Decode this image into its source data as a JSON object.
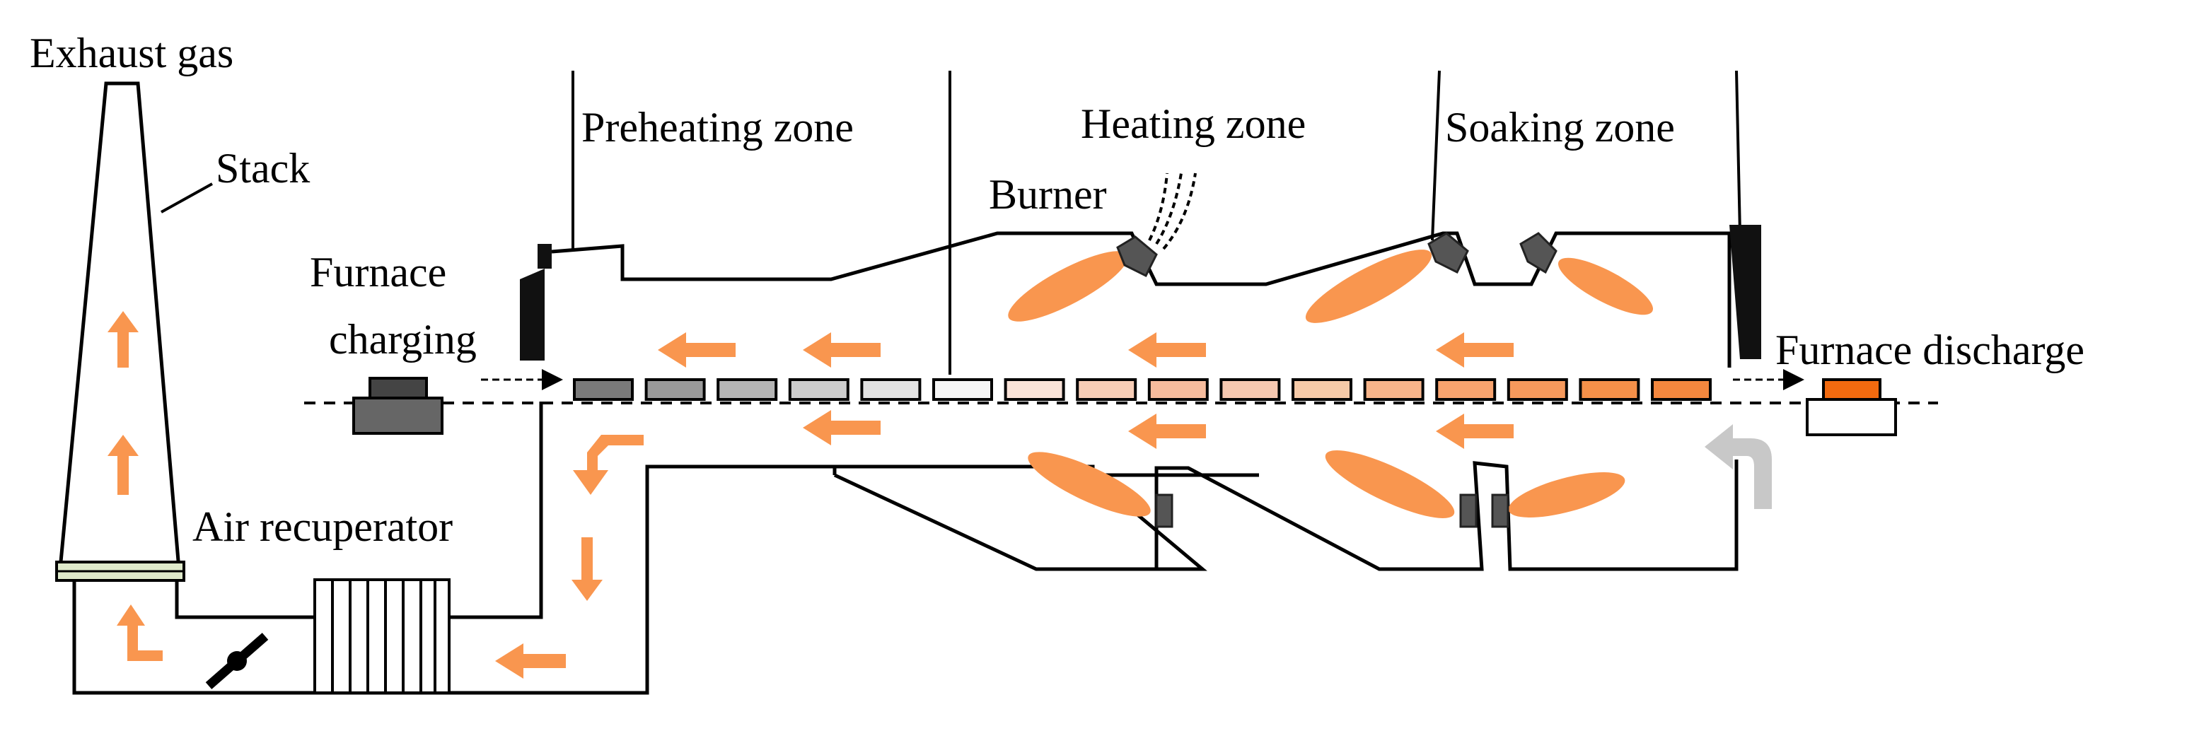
{
  "labels": {
    "exhaust_gas": "Exhaust gas",
    "stack": "Stack",
    "furnace_charging_line1": "Furnace",
    "furnace_charging_line2": "charging",
    "preheating_zone": "Preheating zone",
    "heating_zone": "Heating zone",
    "soaking_zone": "Soaking zone",
    "burner": "Burner",
    "furnace_discharge": "Furnace discharge",
    "air_recuperator": "Air recuperator"
  },
  "colors": {
    "flame": "#f9964f",
    "flow_arrow": "#f9964f",
    "return_arrow": "#c8c8c8",
    "burner": "#555555",
    "discharged_slab": "#f26a0f",
    "charged_slab": "#666666",
    "recuperator_band": "#dfeacb"
  },
  "slab_colors": [
    "#7a7a7a",
    "#9a9a9a",
    "#b5b5b5",
    "#cccccc",
    "#e2e2e2",
    "#f5f5f5",
    "#fae3d8",
    "#f7cdb6",
    "#f6bc9d",
    "#f6c8b0",
    "#f6caa8",
    "#f7b48a",
    "#f8a36e",
    "#f6995c",
    "#f59049",
    "#f4873e"
  ]
}
